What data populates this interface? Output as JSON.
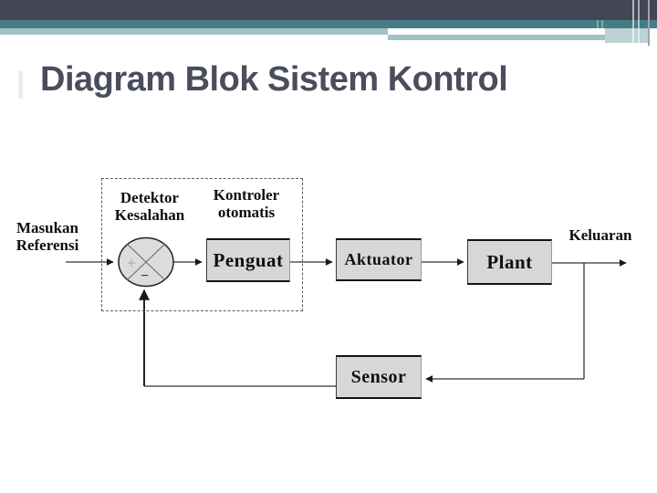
{
  "theme": {
    "bar_dark": "#434656",
    "bar_teal": "#447d85",
    "bar_sage": "#a2c1c5",
    "bar_sage_light": "#bcd2d5",
    "title_color": "#4a4d5b",
    "block_fill": "#d7d7d7",
    "line_color": "#333333"
  },
  "slide": {
    "title": "Diagram Blok Sistem Kontrol"
  },
  "diagram": {
    "input_label": [
      "Masukan",
      "Referensi"
    ],
    "error_detector_label": [
      "Detektor",
      "Kesalahan"
    ],
    "controller_label": [
      "Kontroler",
      "otomatis"
    ],
    "output_label": "Keluaran",
    "summing_junction": {
      "plus": "+",
      "minus": "−"
    },
    "blocks": {
      "amplifier": "Penguat",
      "actuator": "Aktuator",
      "plant": "Plant",
      "sensor": "Sensor"
    }
  }
}
